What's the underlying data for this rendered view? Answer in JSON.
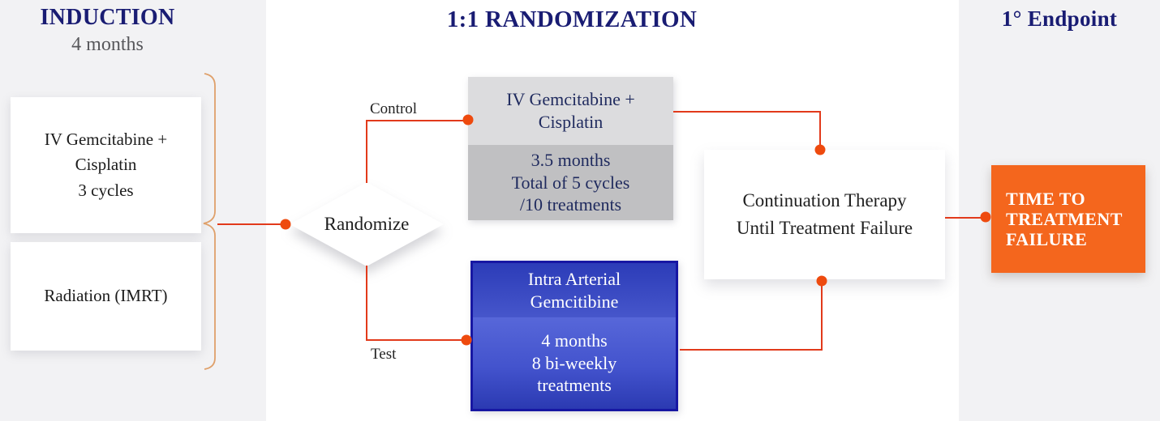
{
  "palette": {
    "background": "#F2F2F4",
    "panel": "#FFFFFF",
    "heading_navy": "#191C73",
    "connector_red": "#E23A1B",
    "dot_orange": "#EE4A0E",
    "bracket_tan": "#DFA06A",
    "control_box_top_bg": "#DCDCDE",
    "control_box_bottom_bg": "#C0C0C2",
    "control_box_text": "#1F2A5E",
    "test_box_border": "#1717A3",
    "test_box_blue": "#4353CD",
    "endpoint_box_bg": "#F4661D"
  },
  "induction": {
    "title": "INDUCTION",
    "subtitle": "4 months",
    "chemo_box": "IV Gemcitabine +\nCisplatin\n3 cycles",
    "radiation_box": "Radiation (IMRT)"
  },
  "randomization": {
    "title": "1:1 RANDOMIZATION",
    "diamond": "Randomize",
    "control_label": "Control",
    "test_label": "Test",
    "control_box": {
      "title": "IV Gemcitabine +\nCisplatin",
      "details": "3.5 months\nTotal of 5 cycles\n/10 treatments"
    },
    "test_box": {
      "title": "Intra Arterial\nGemcitibine",
      "details": "4 months\n8 bi-weekly\ntreatments"
    },
    "continuation_box": "Continuation Therapy\nUntil Treatment Failure"
  },
  "endpoint": {
    "title": "1° Endpoint",
    "box": "TIME TO\nTREATMENT\nFAILURE"
  }
}
